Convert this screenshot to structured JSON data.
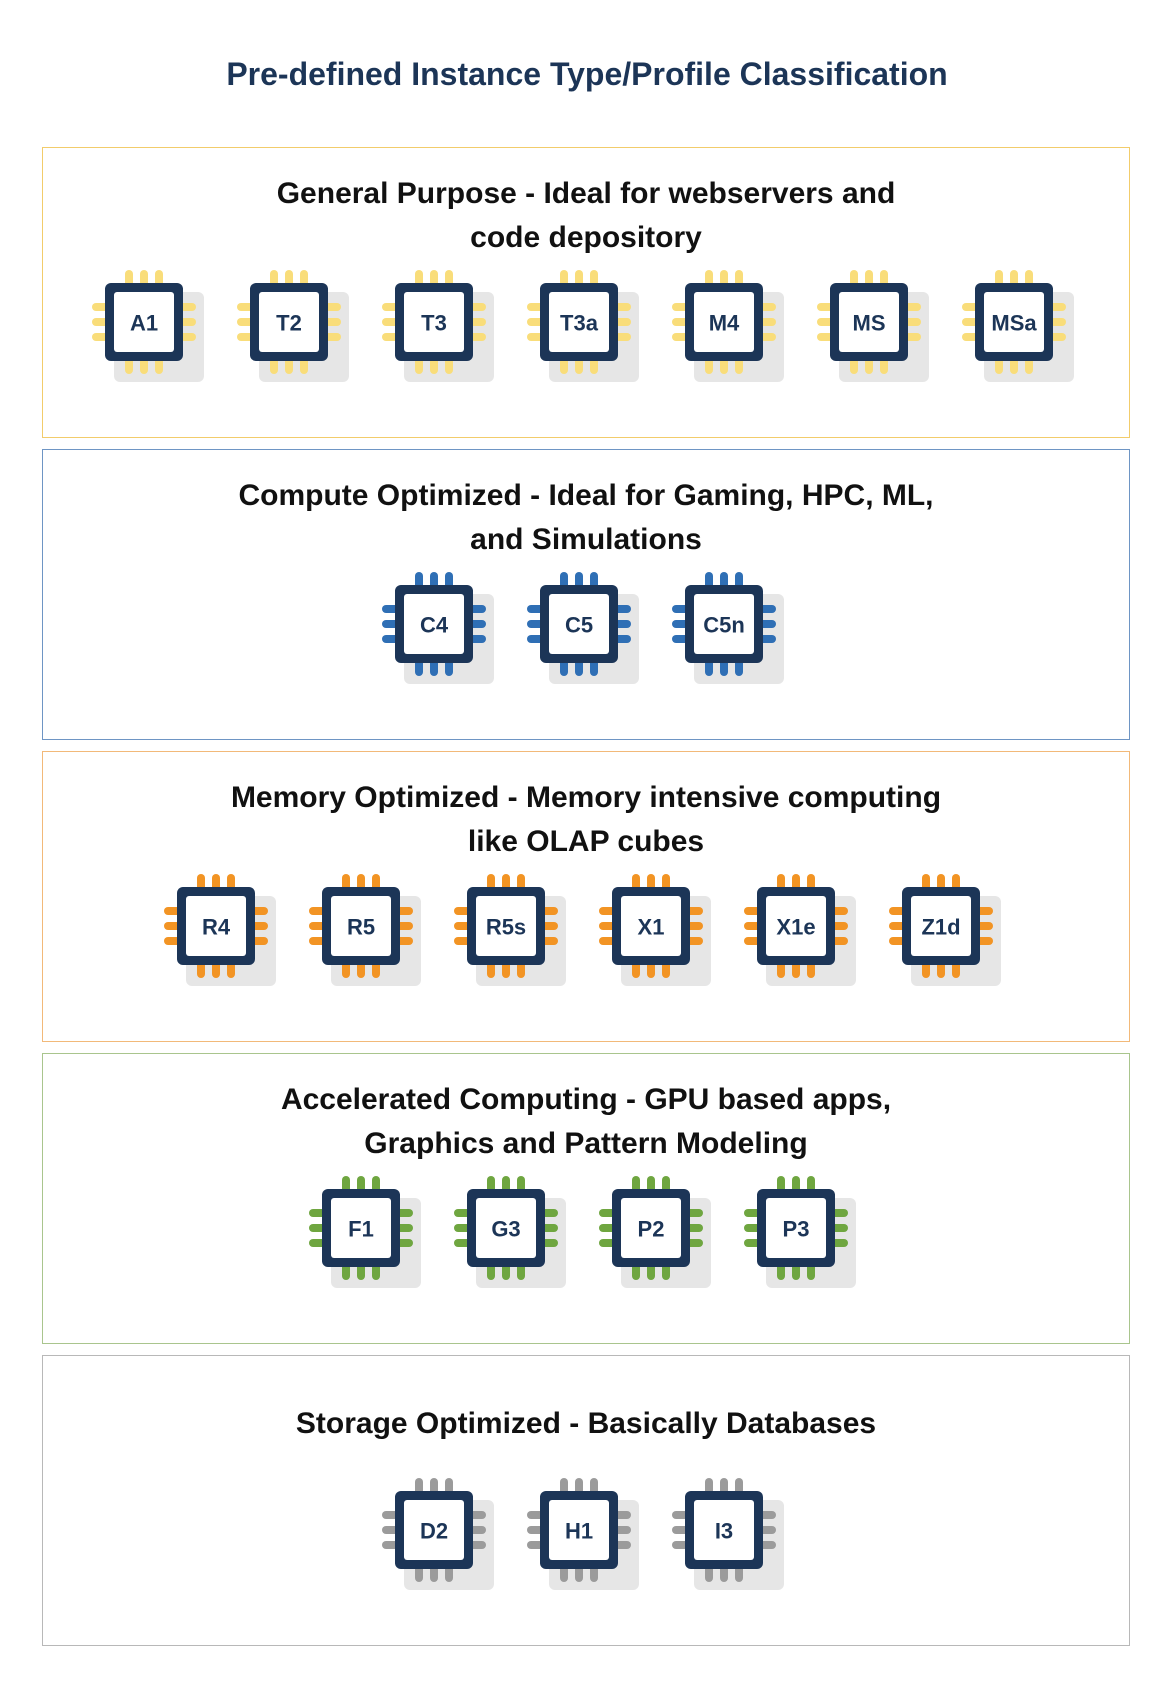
{
  "title": "Pre-defined Instance Type/Profile Classification",
  "colors": {
    "title": "#1c3557",
    "chip_body": "#1c3557",
    "chip_face": "#ffffff",
    "chip_label": "#1c3557"
  },
  "sections": [
    {
      "title": "General Purpose - Ideal for webservers and code depository",
      "title_lines": [
        "General Purpose - Ideal for webservers and",
        "code depository"
      ],
      "border_color": "#f2cc6b",
      "pin_color": "#f9dd7a",
      "chips": [
        "A1",
        "T2",
        "T3",
        "T3a",
        "M4",
        "MS",
        "MSa"
      ]
    },
    {
      "title": "Compute Optimized - Ideal for Gaming, HPC, ML, and Simulations",
      "title_lines": [
        "Compute Optimized - Ideal for Gaming, HPC, ML,",
        "and Simulations"
      ],
      "border_color": "#6e95c4",
      "pin_color": "#2f6fb5",
      "chips": [
        "C4",
        "C5",
        "C5n"
      ]
    },
    {
      "title": "Memory Optimized - Memory intensive computing like OLAP cubes",
      "title_lines": [
        "Memory Optimized - Memory intensive computing",
        "like OLAP cubes"
      ],
      "border_color": "#f2b979",
      "pin_color": "#f29424",
      "chips": [
        "R4",
        "R5",
        "R5s",
        "X1",
        "X1e",
        "Z1d"
      ]
    },
    {
      "title": "Accelerated Computing - GPU based apps, Graphics and Pattern Modeling",
      "title_lines": [
        "Accelerated Computing - GPU based apps,",
        "Graphics and Pattern Modeling"
      ],
      "border_color": "#a9c58d",
      "pin_color": "#6fa640",
      "chips": [
        "F1",
        "G3",
        "P2",
        "P3"
      ]
    },
    {
      "title": "Storage Optimized - Basically Databases",
      "title_lines": [
        "Storage Optimized - Basically Databases"
      ],
      "border_color": "#b8b8b8",
      "pin_color": "#9b9b9b",
      "chips": [
        "D2",
        "H1",
        "I3"
      ]
    }
  ]
}
